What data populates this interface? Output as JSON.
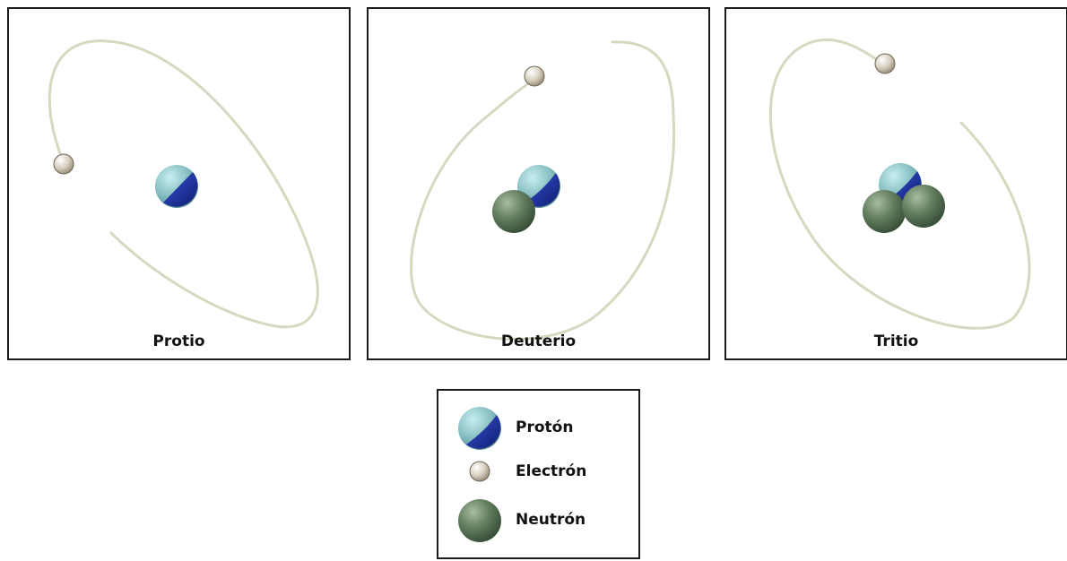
{
  "panels": [
    {
      "label": "Protio",
      "protons": 1,
      "neutrons": 0
    },
    {
      "label": "Deuterio",
      "protons": 1,
      "neutrons": 1
    },
    {
      "label": "Tritio",
      "protons": 1,
      "neutrons": 2
    }
  ],
  "legend": {
    "items": [
      {
        "label": "Protón",
        "icon": "proton-icon"
      },
      {
        "label": "Electrón",
        "icon": "electron-icon"
      },
      {
        "label": "Neutrón",
        "icon": "neutron-icon"
      }
    ]
  },
  "colors": {
    "orbit": "#d6d8bf",
    "proton_light": "#8fc6c8",
    "proton_dark": "#1f33a6",
    "neutron": "#5f7d5c",
    "electron": "#d8d2c2",
    "border": "#1a1a1a"
  }
}
